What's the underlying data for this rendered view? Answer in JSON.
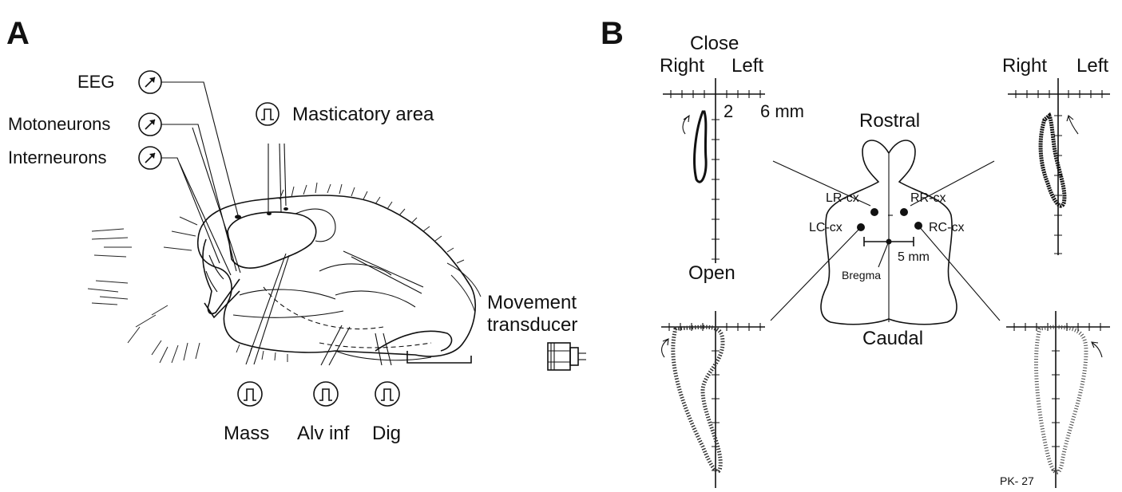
{
  "panels": {
    "a": "A",
    "b": "B"
  },
  "setup": {
    "eeg": "EEG",
    "motoneurons": "Motoneurons",
    "interneurons": "Interneurons",
    "masticatory_area": "Masticatory area",
    "mass": "Mass",
    "alv_inf": "Alv inf",
    "dig": "Dig",
    "movement_transducer_line1": "Movement",
    "movement_transducer_line2": "transducer"
  },
  "trajectories": {
    "close": "Close",
    "open": "Open",
    "right": "Right",
    "left": "Left",
    "tick_2": "2",
    "tick_6mm": "6 mm",
    "code": "PK- 27"
  },
  "brain_map": {
    "rostral": "Rostral",
    "caudal": "Caudal",
    "sites": [
      "LR-cx",
      "RR-cx",
      "LC-cx",
      "RC-cx"
    ],
    "scale": "5 mm",
    "bregma": "Bregma"
  }
}
